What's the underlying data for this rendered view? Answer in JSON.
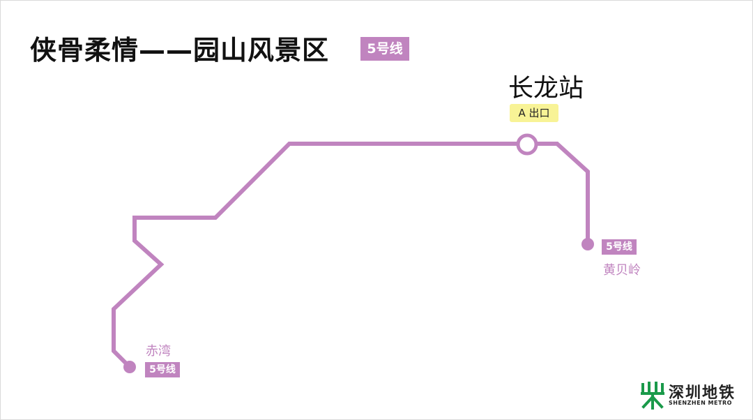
{
  "title": "侠骨柔情——园山风景区",
  "line": {
    "label": "5号线",
    "color": "#c084bf"
  },
  "station": {
    "name": "长龙站",
    "exit": "A 出口",
    "exit_color": "#f8f396"
  },
  "terminals": [
    {
      "name": "赤湾",
      "line_label": "5号线"
    },
    {
      "name": "黄贝岭",
      "line_label": "5号线"
    }
  ],
  "logo": {
    "name_cn": "深圳地铁",
    "name_en": "SHENZHEN METRO",
    "color": "#1a9a4a"
  }
}
